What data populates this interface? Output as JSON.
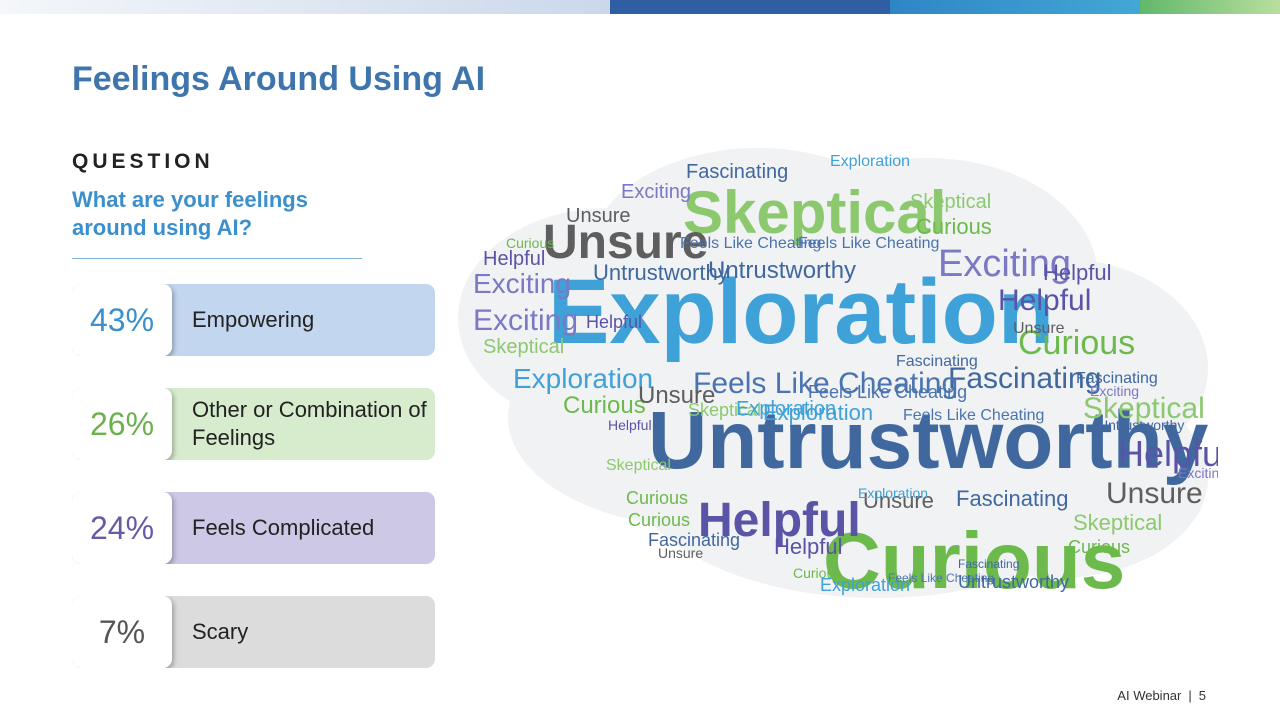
{
  "slide": {
    "title": "Feelings Around Using AI",
    "question_label": "QUESTION",
    "question_text": "What are your feelings around using AI?"
  },
  "results": [
    {
      "percent": "43%",
      "label": "Empowering",
      "color": "#c3d6ef",
      "pct_color": "#3a8fcc"
    },
    {
      "percent": "26%",
      "label": "Other or Combination of Feelings",
      "color": "#d6eccd",
      "pct_color": "#6cb14e"
    },
    {
      "percent": "24%",
      "label": "Feels Complicated",
      "color": "#cdc8e6",
      "pct_color": "#6a5aa6"
    },
    {
      "percent": "7%",
      "label": "Scary",
      "color": "#dcdcdc",
      "pct_color": "#555555"
    }
  ],
  "word_cloud": {
    "words": [
      {
        "text": "Exploration",
        "color": "#3ea1d8"
      },
      {
        "text": "Untrustworthy",
        "color": "#40689f"
      },
      {
        "text": "Curious",
        "color": "#6cb94c"
      },
      {
        "text": "Skeptical",
        "color": "#8cc96e"
      },
      {
        "text": "Unsure",
        "color": "#5e5e5e"
      },
      {
        "text": "Helpful",
        "color": "#5a54a6"
      },
      {
        "text": "Exciting",
        "color": "#7b78c4"
      },
      {
        "text": "Fascinating",
        "color": "#40689f"
      },
      {
        "text": "Feels Like Cheating",
        "color": "#4a74b0"
      }
    ]
  },
  "footer": {
    "label": "AI Webinar",
    "separator": "|",
    "page": "5"
  },
  "colors": {
    "title": "#3f75ad",
    "accent": "#3a8fcc",
    "topbar": [
      "#d7e3f1",
      "#2f5ea2",
      "#2f9ccf",
      "#8ecf7d"
    ]
  }
}
